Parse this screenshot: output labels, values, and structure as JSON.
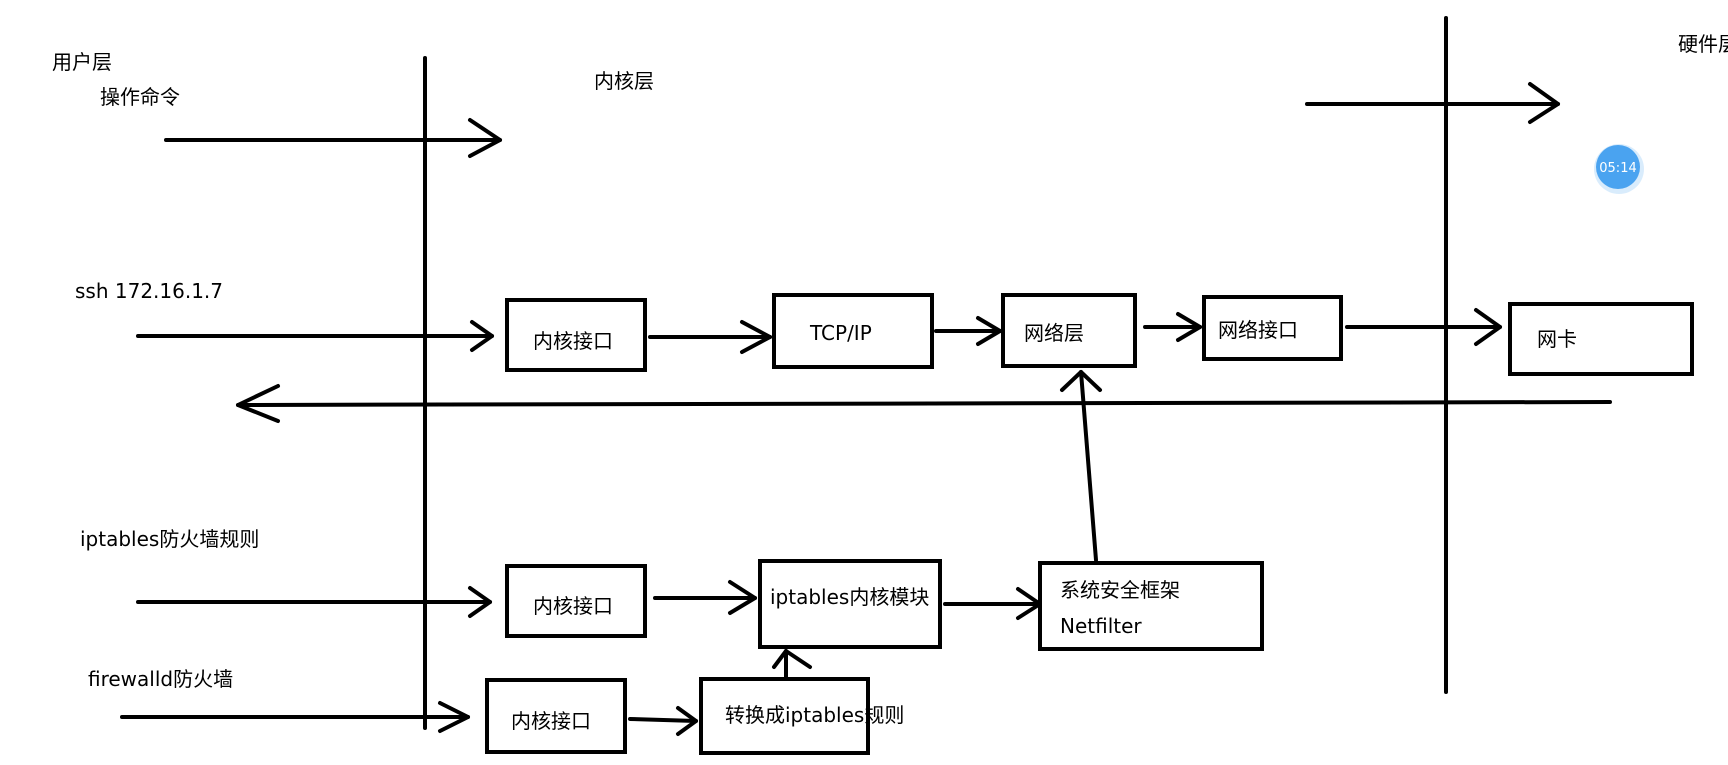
{
  "layers": {
    "user": "用户层",
    "kernel": "内核层",
    "hardware": "硬件层"
  },
  "labels": {
    "operate_cmd": "操作命令",
    "ssh": "ssh  172.16.1.7",
    "iptables_rules": "iptables防火墙规则",
    "firewalld": "firewalld防火墙"
  },
  "boxes": {
    "kernel_iface_1": "内核接口",
    "tcp_ip": "TCP/IP",
    "network_layer": "网络层",
    "network_iface": "网络接口",
    "nic": "网卡",
    "kernel_iface_2": "内核接口",
    "iptables_module": "iptables内核模块",
    "security_framework_line1": "系统安全框架",
    "security_framework_line2": "Netfilter",
    "kernel_iface_3": "内核接口",
    "convert_rules": "转换成iptables规则"
  },
  "timer": {
    "value": "05:14",
    "color": "#4aa3f0"
  }
}
